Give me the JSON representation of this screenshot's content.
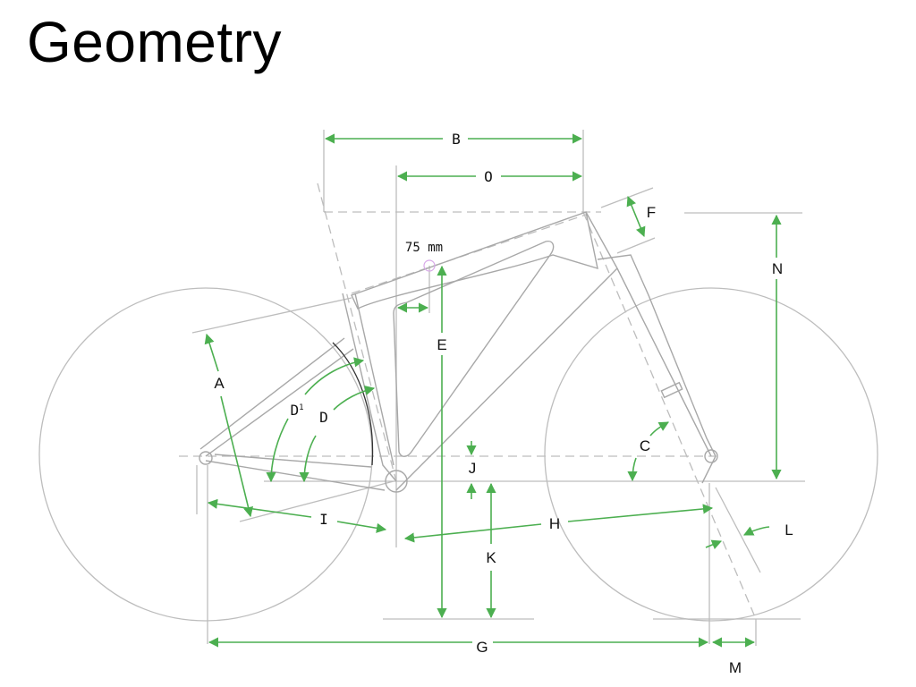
{
  "title": "Geometry",
  "diagram": {
    "accent_color": "#4caf50",
    "line_color": "#bdbdbd",
    "seat_offset_note": "75 mm",
    "labels": {
      "A": "A",
      "B": "B",
      "C": "C",
      "D": "D",
      "D1": "D",
      "D1_sup": "1",
      "E": "E",
      "F": "F",
      "G": "G",
      "H": "H",
      "I": "I",
      "J": "J",
      "K": "K",
      "L": "L",
      "M": "M",
      "N": "N",
      "O": "O"
    }
  }
}
